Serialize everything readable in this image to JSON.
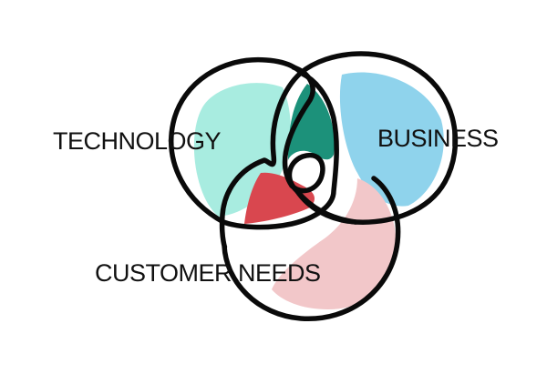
{
  "diagram": {
    "type": "venn",
    "sets": [
      {
        "id": "technology",
        "label": "TECHNOLOGY",
        "fill": "#a8ece0"
      },
      {
        "id": "business",
        "label": "BUSINESS",
        "fill": "#8fd3ec"
      },
      {
        "id": "customer_needs",
        "label": "CUSTOMER NEEDS",
        "fill": "#f2c7c9"
      }
    ],
    "intersections": [
      {
        "sets": [
          "technology",
          "business"
        ],
        "fill": "#1c917a"
      },
      {
        "sets": [
          "technology",
          "customer_needs"
        ],
        "fill": "#d9474f"
      }
    ],
    "outline_color": "#0a0a0a"
  }
}
